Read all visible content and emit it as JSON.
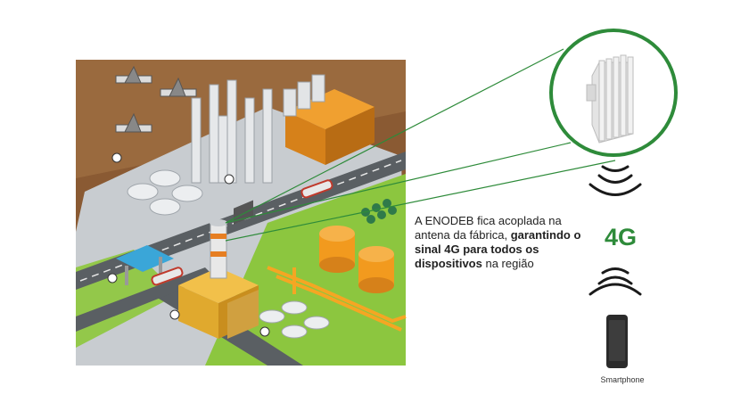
{
  "caption": {
    "text_1": "A ENODEB fica acoplada na antena da fábrica, ",
    "text_bold": "garantindo o sinal 4G para todos os dispositivos",
    "text_2": " na região"
  },
  "signal": {
    "label": "4G"
  },
  "device": {
    "label": "Smartphone"
  },
  "colors": {
    "accent_green": "#2e8b3a",
    "dirt": "#8a5a33",
    "grass": "#8cc63f",
    "road": "#5a5f63",
    "tank_orange": "#f29a1e"
  }
}
